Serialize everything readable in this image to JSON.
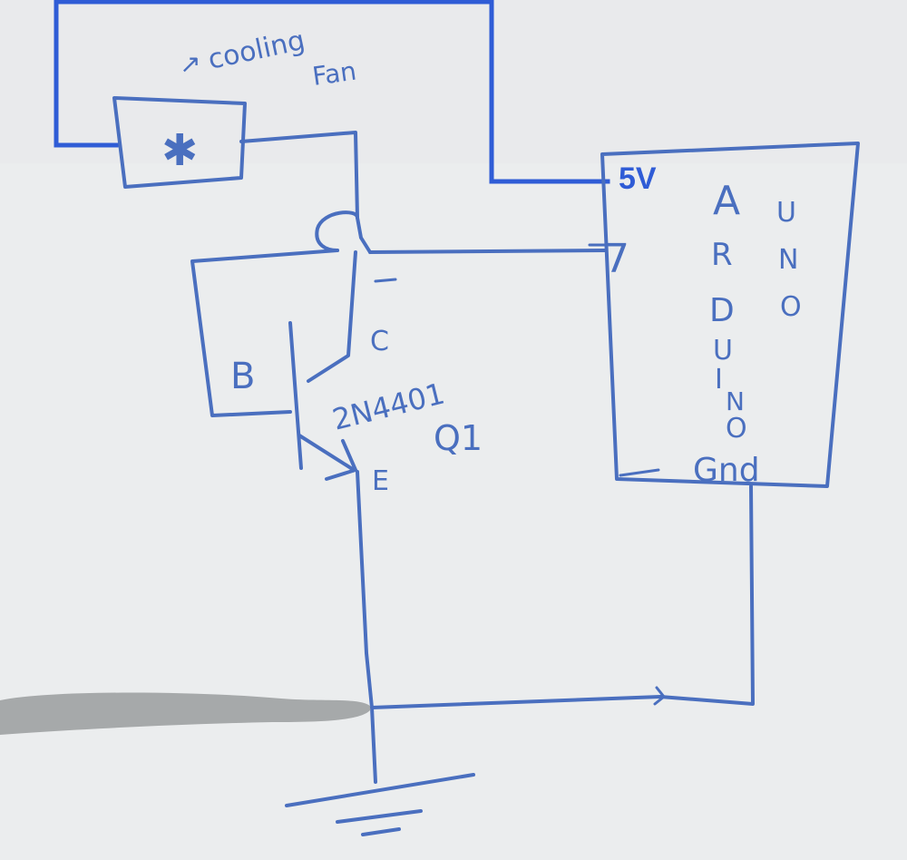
{
  "colors": {
    "paper": "#ecedef",
    "ink": "#4a6fbf",
    "added_wire": "#2f5cd6",
    "redaction": "#9a9c9e"
  },
  "fan": {
    "label_arrow": "↗",
    "label_line1": "cooling",
    "label_line2": "Fan",
    "symbol": "✱"
  },
  "transistor": {
    "part_number": "2N4401",
    "designator": "Q1",
    "pin_base": "B",
    "pin_collector": "C",
    "pin_emitter": "E"
  },
  "arduino": {
    "pin_5v": "5V",
    "pin_7": "7",
    "pin_gnd": "Gnd",
    "name_letters": [
      "A",
      "R",
      "D",
      "U",
      "I",
      "N",
      "O"
    ],
    "model_letters": [
      "U",
      "N",
      "O"
    ]
  },
  "icons": [
    "fan-icon",
    "ground-icon"
  ]
}
